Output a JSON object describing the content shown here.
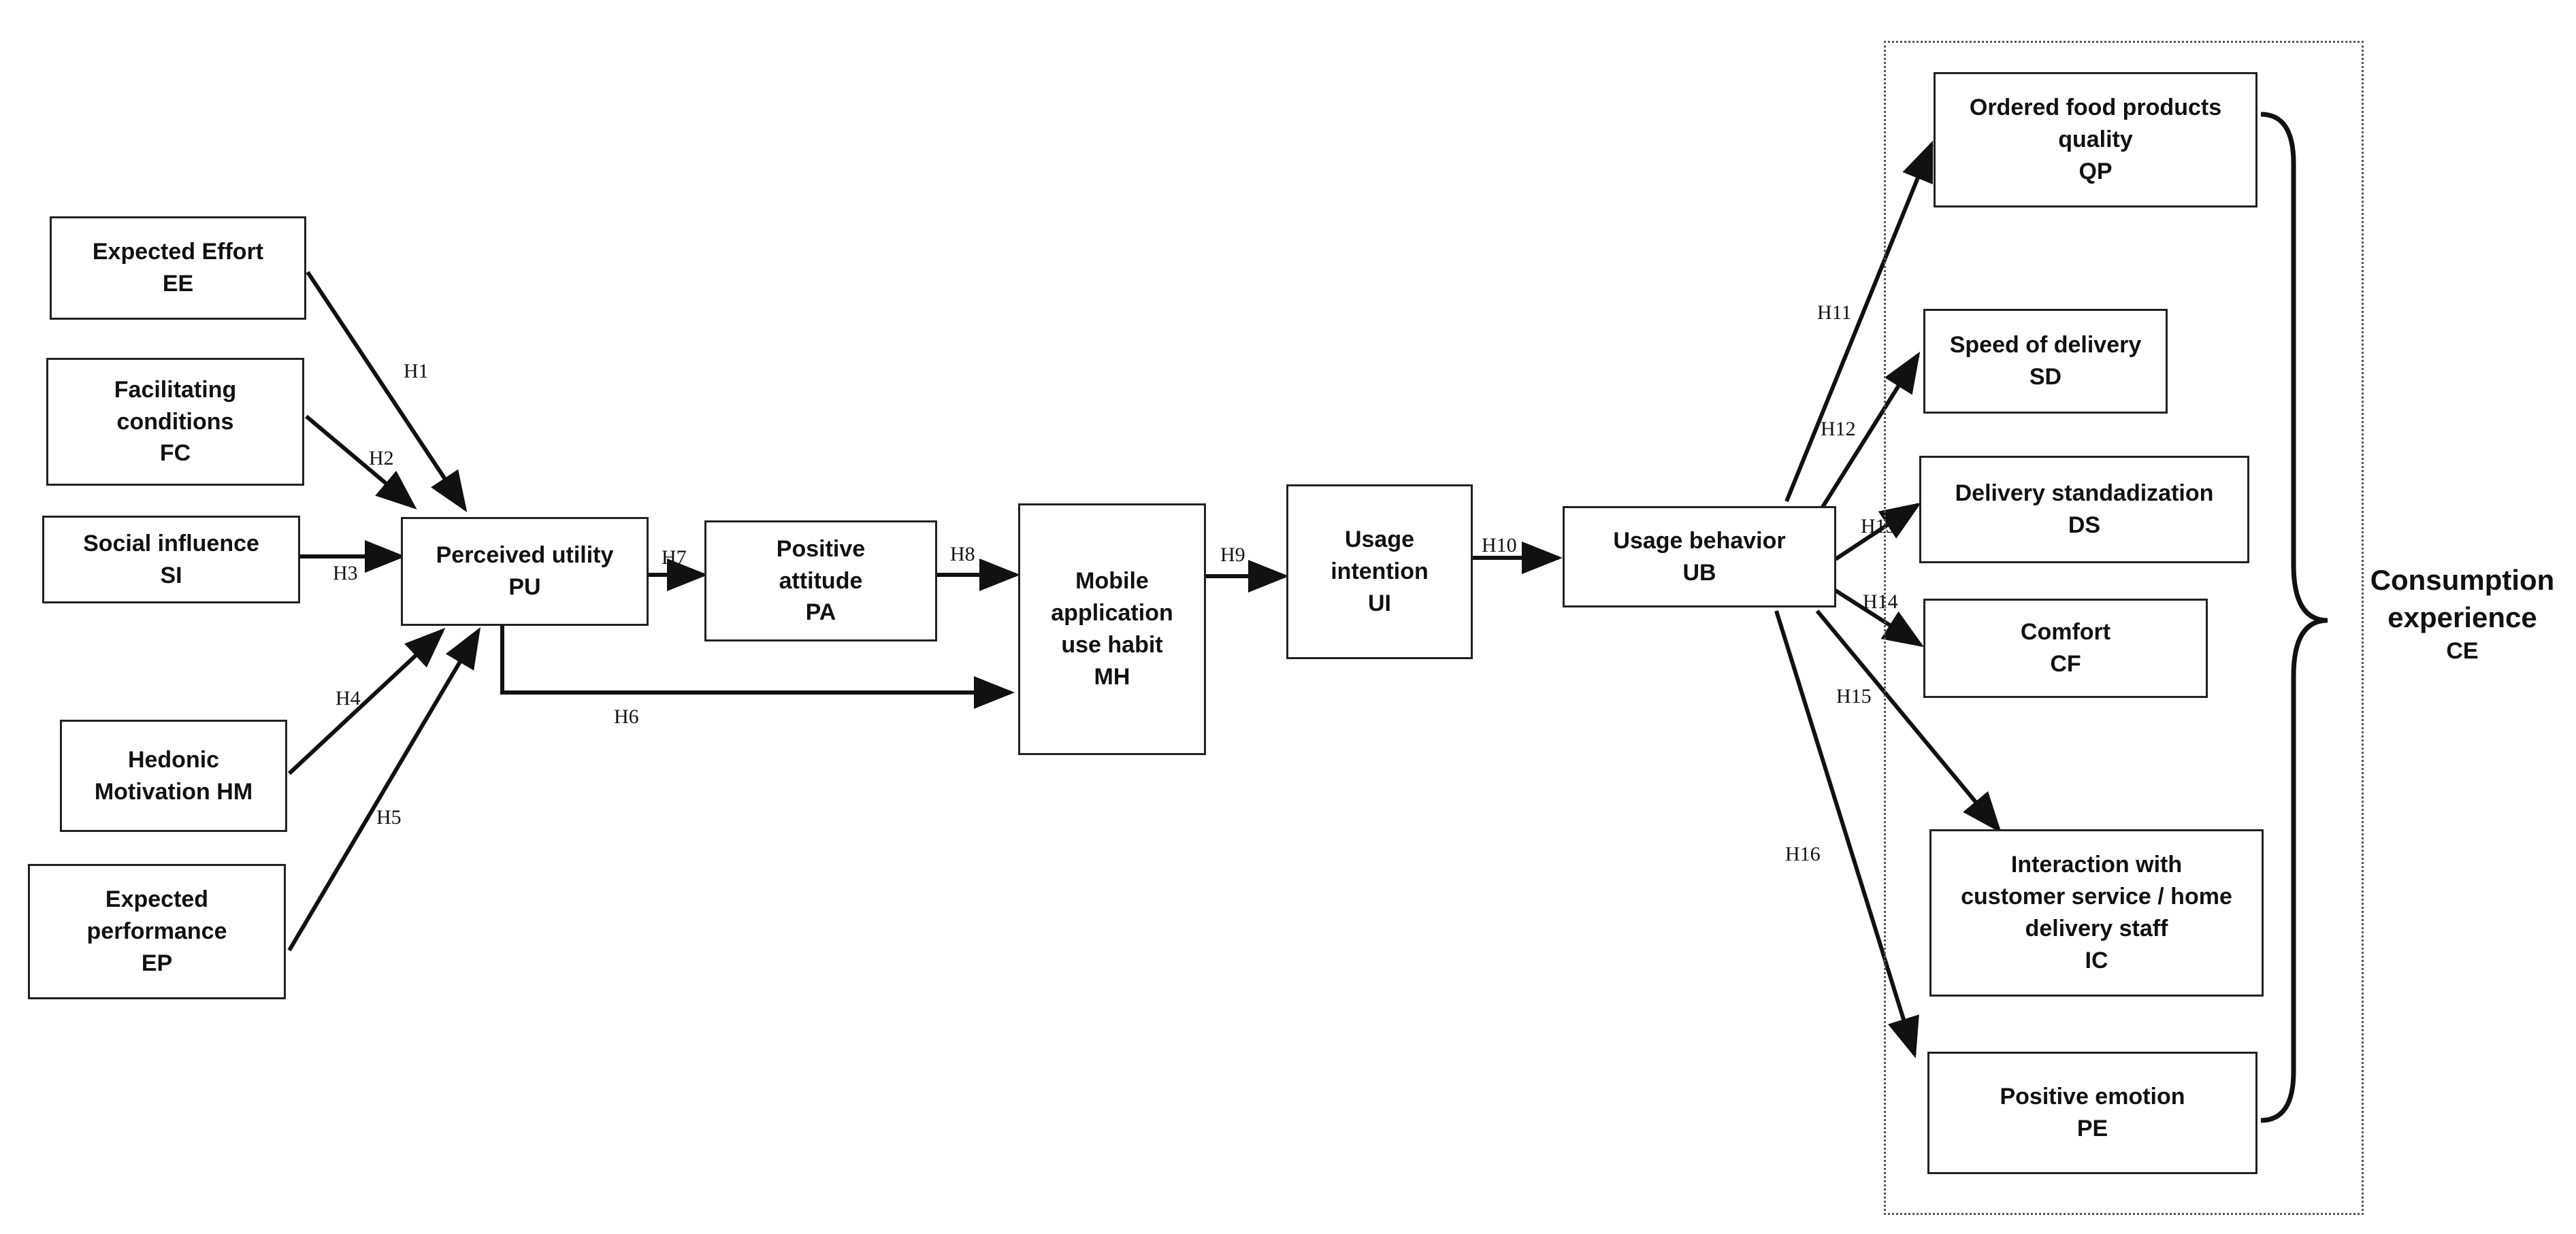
{
  "nodes": {
    "ee": {
      "lines": [
        "Expected Effort",
        "EE"
      ]
    },
    "fc": {
      "lines": [
        "Facilitating",
        "conditions",
        "FC"
      ]
    },
    "si": {
      "lines": [
        "Social influence",
        "SI"
      ]
    },
    "hm": {
      "lines": [
        "Hedonic",
        "Motivation HM"
      ]
    },
    "ep": {
      "lines": [
        "Expected",
        "performance",
        "EP"
      ]
    },
    "pu": {
      "lines": [
        "Perceived utility",
        "PU"
      ]
    },
    "pa": {
      "lines": [
        "Positive",
        "attitude",
        "PA"
      ]
    },
    "mh": {
      "lines": [
        "Mobile",
        "application",
        "use habit",
        "MH"
      ]
    },
    "ui": {
      "lines": [
        "Usage",
        "intention",
        "UI"
      ]
    },
    "ub": {
      "lines": [
        "Usage behavior",
        "UB"
      ]
    },
    "qp": {
      "lines": [
        "Ordered food products",
        "quality",
        "QP"
      ]
    },
    "sd": {
      "lines": [
        "Speed of delivery",
        "SD"
      ]
    },
    "ds": {
      "lines": [
        "Delivery standadization",
        "DS"
      ]
    },
    "cf": {
      "lines": [
        "Comfort",
        "CF"
      ]
    },
    "ic": {
      "lines": [
        "Interaction with",
        "customer service / home",
        "delivery staff",
        "IC"
      ]
    },
    "pe": {
      "lines": [
        "Positive emotion",
        "PE"
      ]
    }
  },
  "hypotheses": {
    "h1": "H1",
    "h2": "H2",
    "h3": "H3",
    "h4": "H4",
    "h5": "H5",
    "h6": "H6",
    "h7": "H7",
    "h8": "H8",
    "h9": "H9",
    "h10": "H10",
    "h11": "H11",
    "h12": "H12",
    "h13": "H13",
    "h14": "H14",
    "h15": "H15",
    "h16": "H16"
  },
  "group": {
    "title_line1": "Consumption",
    "title_line2": "experience",
    "code": "CE"
  }
}
